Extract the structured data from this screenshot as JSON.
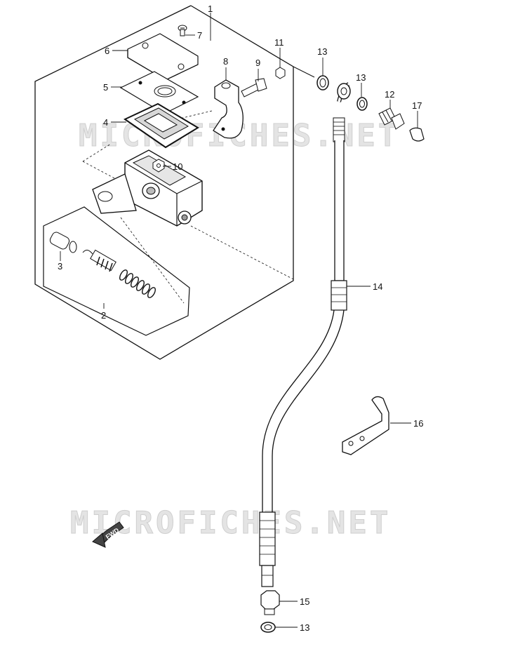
{
  "watermarks": [
    "MICROFICHES.NET",
    "MICROFICHES.NET"
  ],
  "fwd_label": "FWD",
  "callouts": {
    "c1": "1",
    "c2": "2",
    "c3": "3",
    "c4": "4",
    "c5": "5",
    "c6": "6",
    "c7": "7",
    "c8": "8",
    "c9": "9",
    "c10": "10",
    "c11": "11",
    "c13a": "13",
    "c13b": "13",
    "c13c": "13",
    "c12": "12",
    "c14": "14",
    "c15": "15",
    "c16": "16",
    "c17": "17"
  },
  "colors": {
    "line": "#111111",
    "part_fill": "#ffffff",
    "shade": "#bdbdbd",
    "watermark": "#e4e4e4"
  }
}
